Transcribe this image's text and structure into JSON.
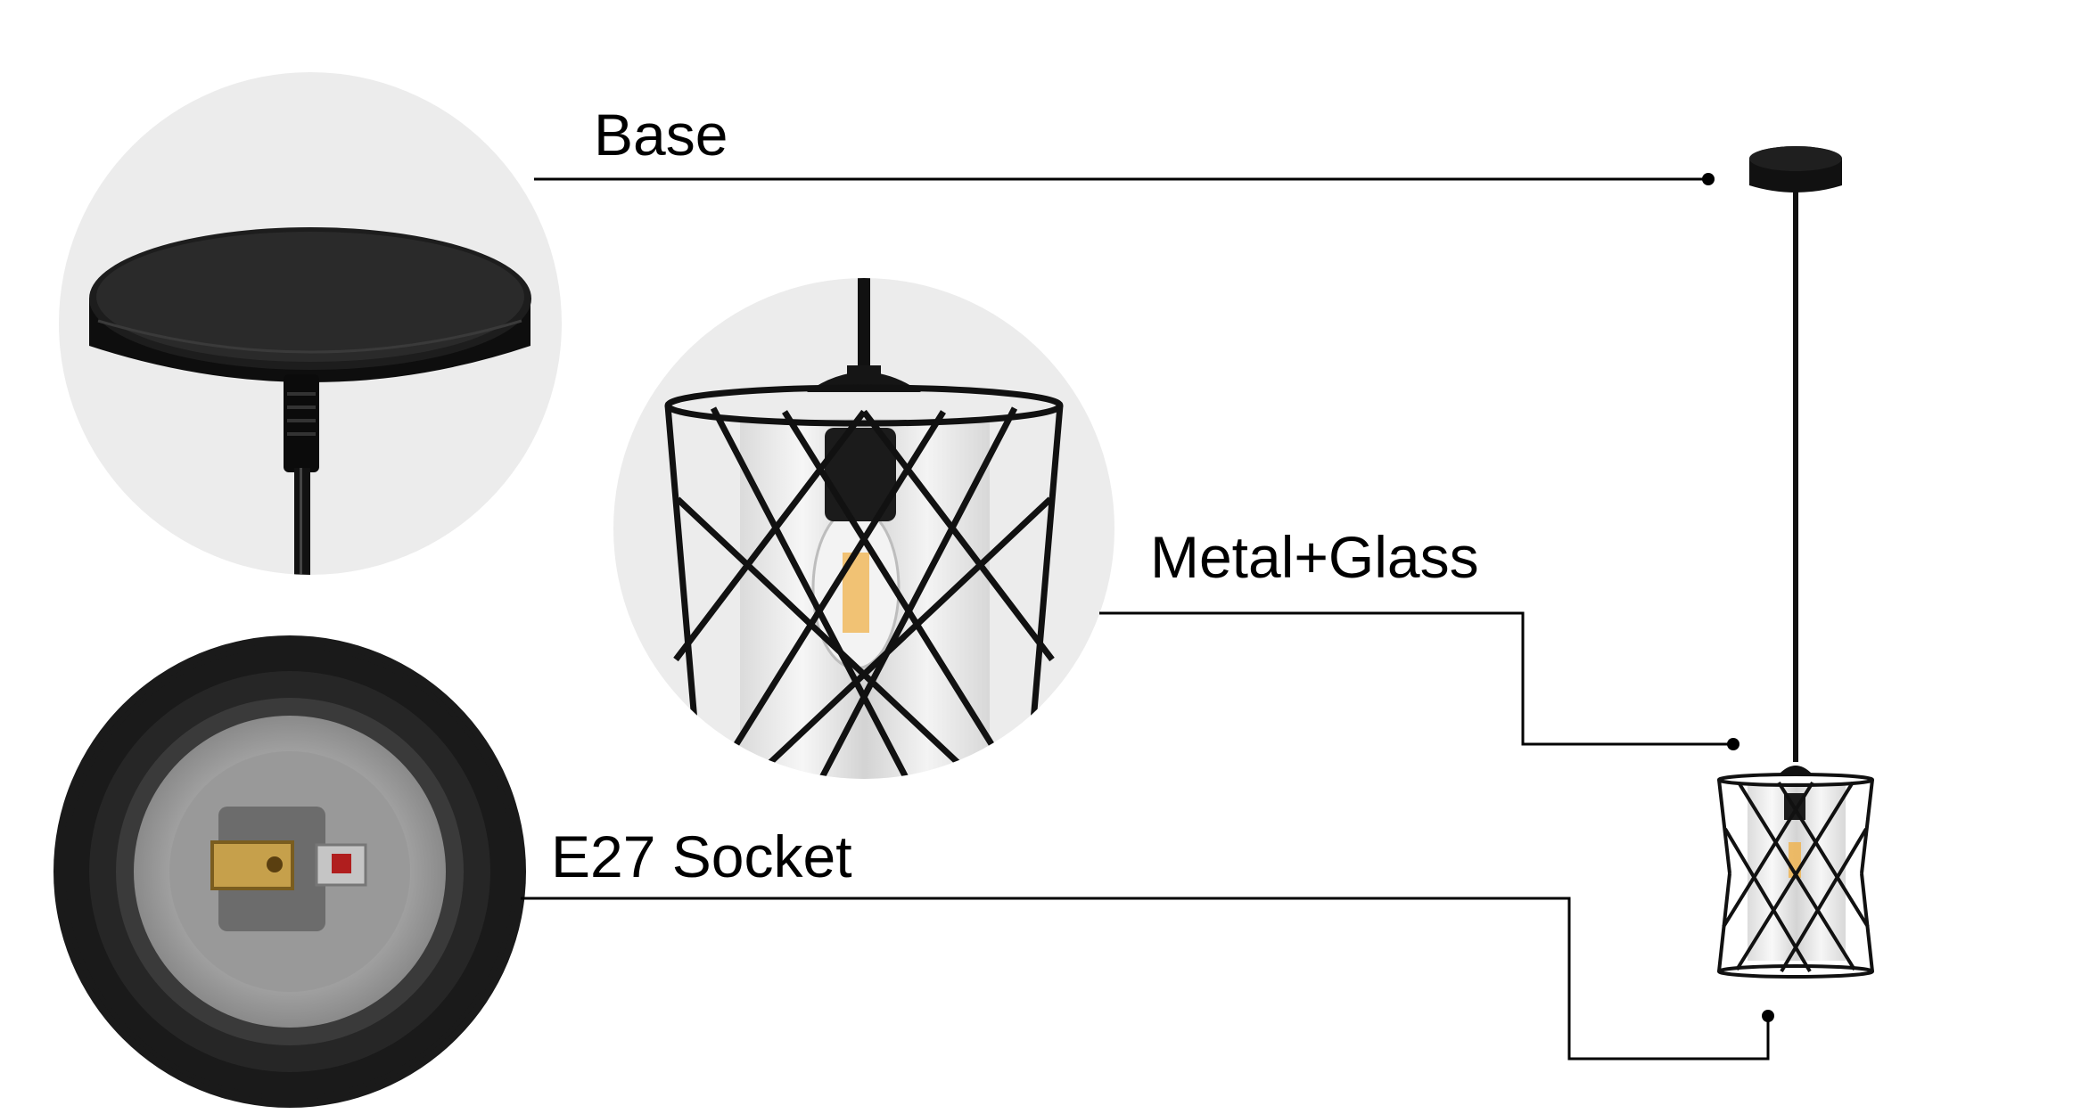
{
  "labels": {
    "base": "Base",
    "metal_glass": "Metal+Glass",
    "socket": "E27 Socket"
  },
  "colors": {
    "background": "#ffffff",
    "circle_bg": "#ececec",
    "metal": "#111111",
    "leader_line": "#000000",
    "bulb_glow": "#f0b24a"
  },
  "icons": [
    "ceiling-base-detail",
    "shade-detail",
    "socket-detail",
    "pendant-lamp"
  ]
}
